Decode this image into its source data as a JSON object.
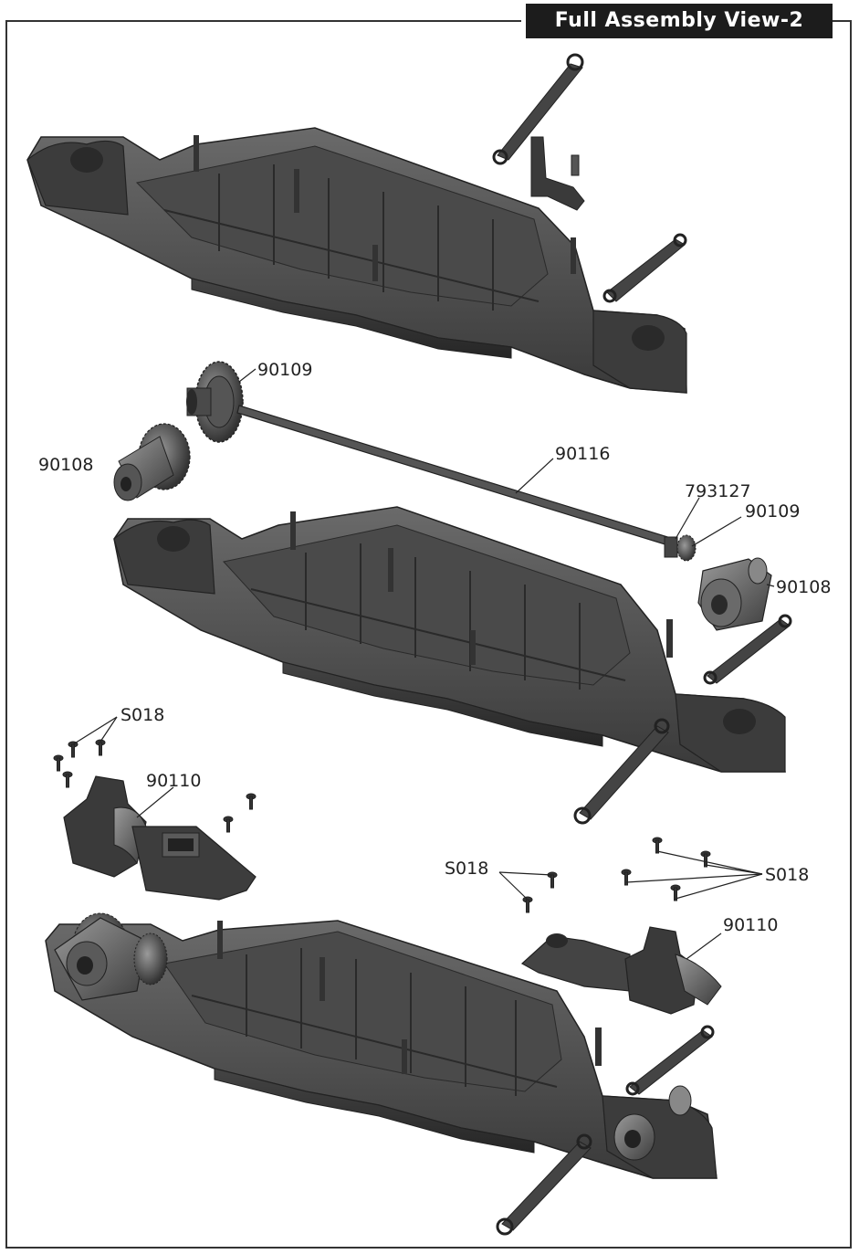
{
  "title": "Full Assembly View-2",
  "colors": {
    "title_bg": "#1c1c1c",
    "title_fg": "#ffffff",
    "part_dark": "#3a3a3a",
    "part_mid": "#5a5a5a",
    "part_light": "#8a8a8a",
    "line": "#222222"
  },
  "callouts": {
    "stage1_gear": "90109",
    "stage2_diff_left": "90108",
    "stage2_shaft": "90116",
    "stage2_pinion_nut": "793127",
    "stage2_pinion": "90109",
    "stage2_diff_right": "90108",
    "stage3_screws_left": "S018",
    "stage3_gearbox_left": "90110",
    "stage3_screws_mid": "S018",
    "stage3_screws_right": "S018",
    "stage3_gearbox_right": "90110"
  }
}
